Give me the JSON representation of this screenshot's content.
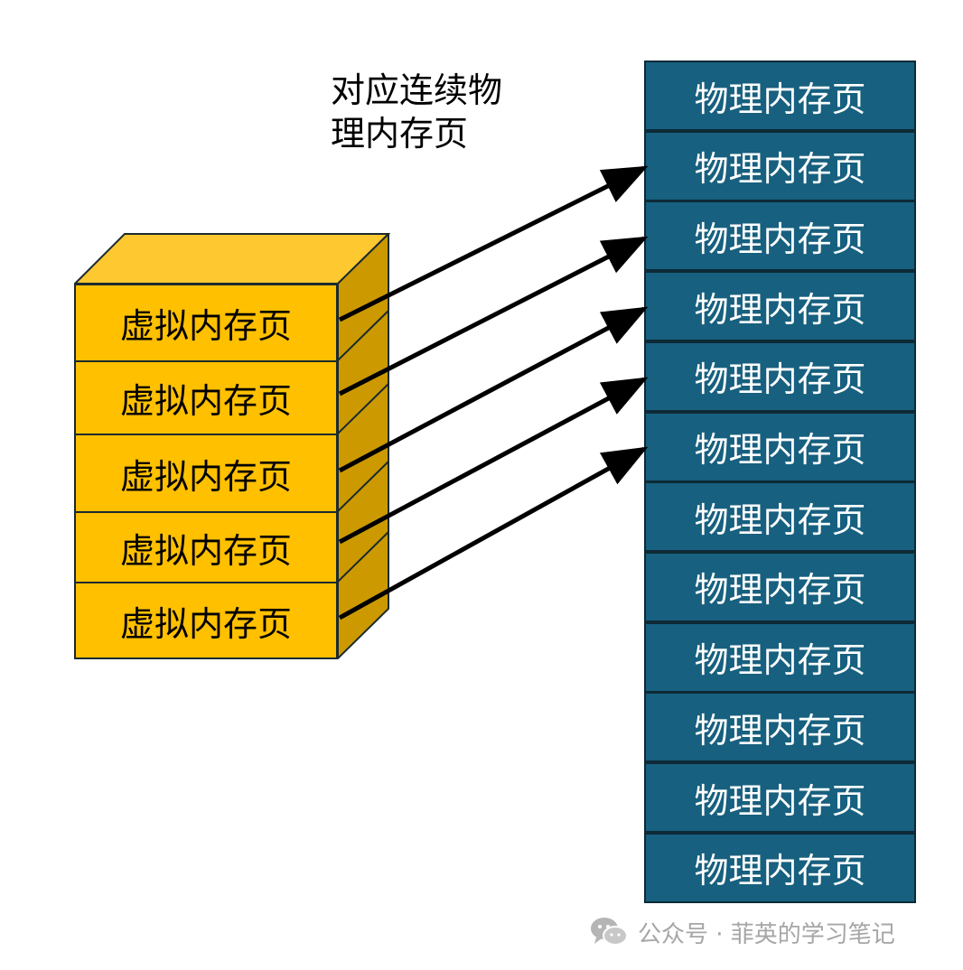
{
  "caption": {
    "line1": "对应连续物",
    "line2": "理内存页"
  },
  "virtual_pages": [
    "虚拟内存页",
    "虚拟内存页",
    "虚拟内存页",
    "虚拟内存页",
    "虚拟内存页"
  ],
  "physical_pages": [
    "物理内存页",
    "物理内存页",
    "物理内存页",
    "物理内存页",
    "物理内存页",
    "物理内存页",
    "物理内存页",
    "物理内存页",
    "物理内存页",
    "物理内存页",
    "物理内存页",
    "物理内存页"
  ],
  "mapping": [
    {
      "from_virtual": 1,
      "to_physical": 2
    },
    {
      "from_virtual": 2,
      "to_physical": 3
    },
    {
      "from_virtual": 3,
      "to_physical": 4
    },
    {
      "from_virtual": 4,
      "to_physical": 5
    },
    {
      "from_virtual": 5,
      "to_physical": 6
    }
  ],
  "colors": {
    "virtual_fill": "#ffc000",
    "virtual_top": "#fdc830",
    "virtual_side": "#cc9a00",
    "physical_fill": "#17607f",
    "physical_border": "#0d2a36",
    "arrow": "#000000",
    "watermark": "#a6a6a6"
  },
  "watermark": {
    "icon": "wechat-icon",
    "text": "公众号 · 菲英的学习笔记"
  }
}
